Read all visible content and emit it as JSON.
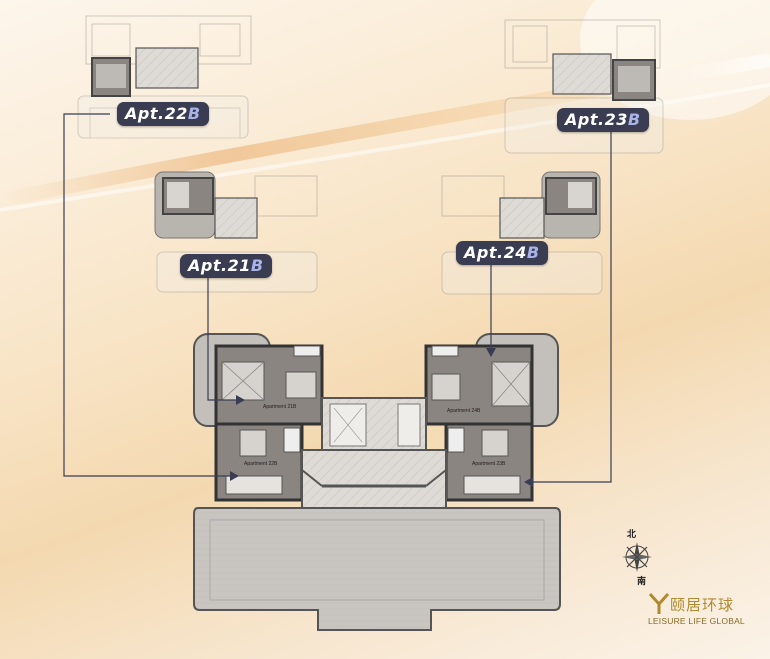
{
  "tags": [
    {
      "main": "Apt.22",
      "suffix": "B"
    },
    {
      "main": "Apt.23",
      "suffix": "B"
    },
    {
      "main": "Apt.21",
      "suffix": "B"
    },
    {
      "main": "Apt.24",
      "suffix": "B"
    }
  ],
  "rooms": [
    {
      "label": "Apartment 21B"
    },
    {
      "label": "Apartment 24B"
    },
    {
      "label": "Apartment 22B"
    },
    {
      "label": "Apartment 23B"
    }
  ],
  "compass": {
    "north": "北",
    "south": "南"
  },
  "brand": {
    "name_zh": "颐居环球",
    "name_en": "LEISURE LIFE GLOBAL"
  },
  "colors": {
    "tag_bg": "#3a3d52",
    "tag_suffix": "#a8b3e8",
    "arrow": "#3a3d52",
    "brand": "#b08a2e"
  }
}
